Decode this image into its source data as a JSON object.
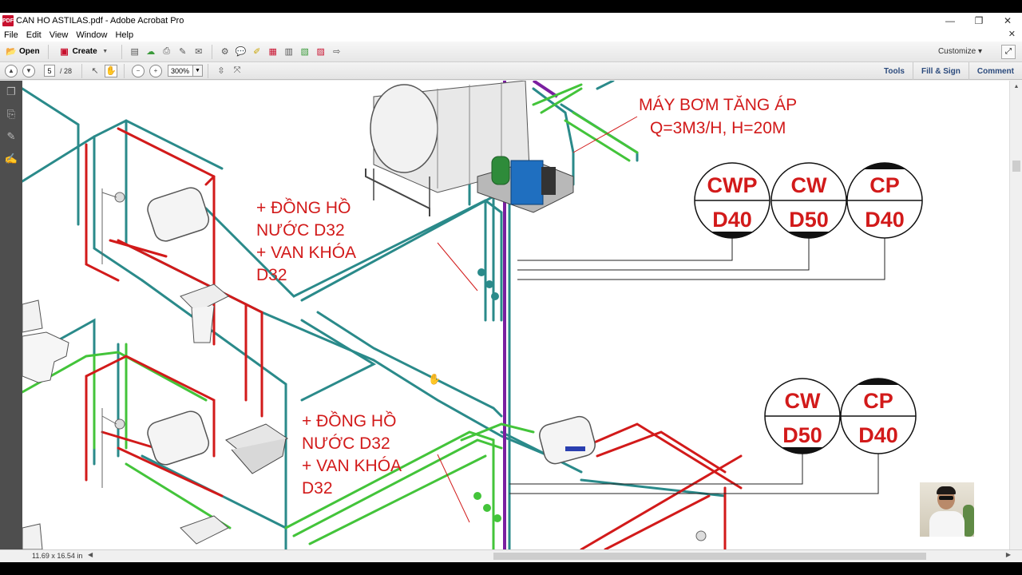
{
  "window": {
    "title": "CAN HO ASTILAS.pdf - Adobe Acrobat Pro",
    "pdf_icon": "PDF",
    "minimize": "—",
    "maximize": "❐",
    "close": "✕"
  },
  "menu": {
    "items": [
      "File",
      "Edit",
      "View",
      "Window",
      "Help"
    ],
    "close": "✕"
  },
  "toolbar": {
    "open_label": "Open",
    "create_label": "Create",
    "customize_label": "Customize"
  },
  "nav": {
    "page_current": "5",
    "page_total": "/ 28",
    "zoom": "300%"
  },
  "right_tabs": [
    "Tools",
    "Fill & Sign",
    "Comment"
  ],
  "status": {
    "page_size": "11.69 x 16.54 in"
  },
  "drawing": {
    "pump_title": "MÁY BƠM TĂNG ÁP",
    "pump_spec": "Q=3M3/H, H=20M",
    "note1": [
      "+ ĐỒNG HỒ",
      "NƯỚC D32",
      "+ VAN KHÓA",
      "D32"
    ],
    "note2": [
      "+ ĐỒNG HỒ",
      "NƯỚC D32",
      "+ VAN KHÓA",
      "D32"
    ],
    "bubbles_top": [
      {
        "code": "CWP",
        "size": "D40"
      },
      {
        "code": "CW",
        "size": "D50"
      },
      {
        "code": "CP",
        "size": "D40"
      }
    ],
    "bubbles_bottom": [
      {
        "code": "CW",
        "size": "D50"
      },
      {
        "code": "CP",
        "size": "D40"
      }
    ],
    "colors": {
      "cold_pipe": "#2a8a8a",
      "hot_pipe": "#d21a1a",
      "green_pipe": "#43c43a",
      "purple_pipe": "#7a1fa0",
      "annotation": "#d21a1a"
    }
  }
}
